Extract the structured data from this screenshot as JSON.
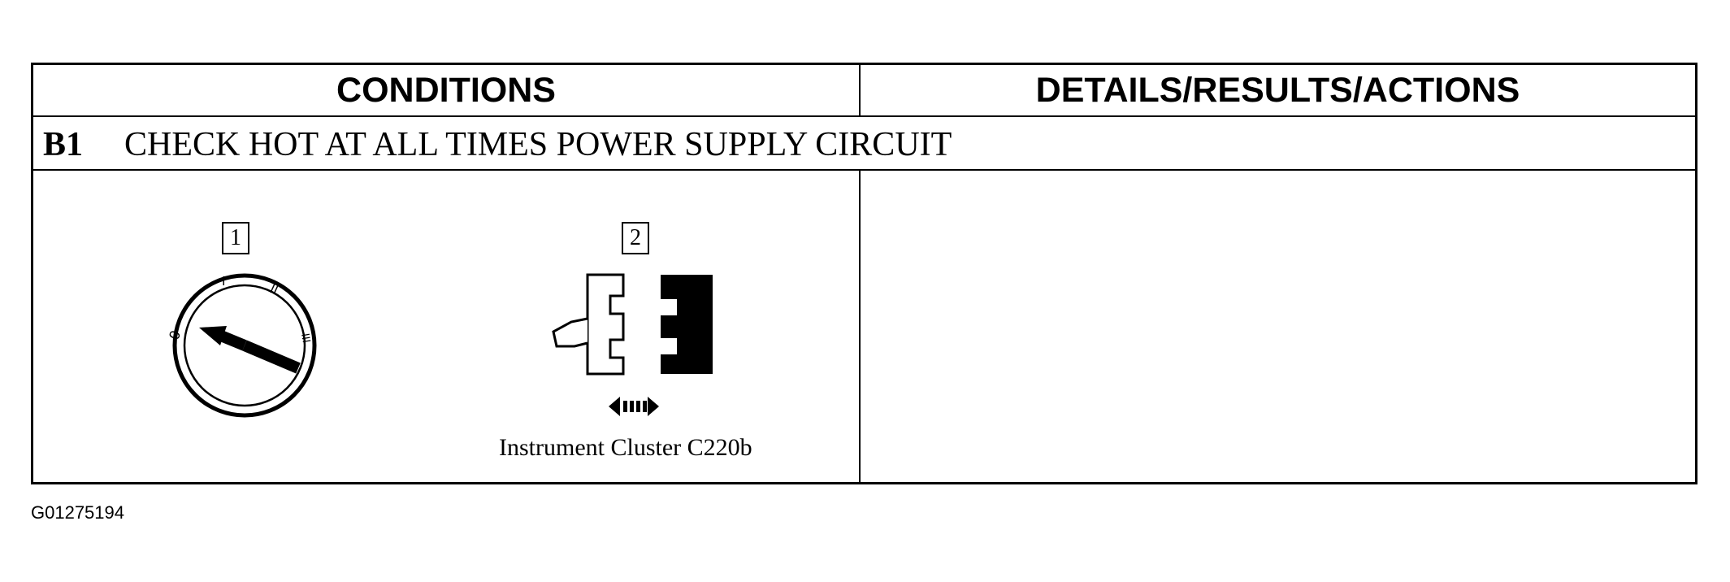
{
  "table": {
    "col_conditions": "CONDITIONS",
    "col_details": "DETAILS/RESULTS/ACTIONS",
    "step_id": "B1",
    "step_title": "CHECK HOT AT ALL TIMES POWER SUPPLY CIRCUIT"
  },
  "illustration": {
    "callout_1": "1",
    "callout_2": "2",
    "switch_label_0": "0",
    "switch_label_1": "I",
    "switch_label_2": "II",
    "switch_label_3": "III",
    "connector_caption": "Instrument Cluster C220b"
  },
  "figure_code": "G01275194"
}
